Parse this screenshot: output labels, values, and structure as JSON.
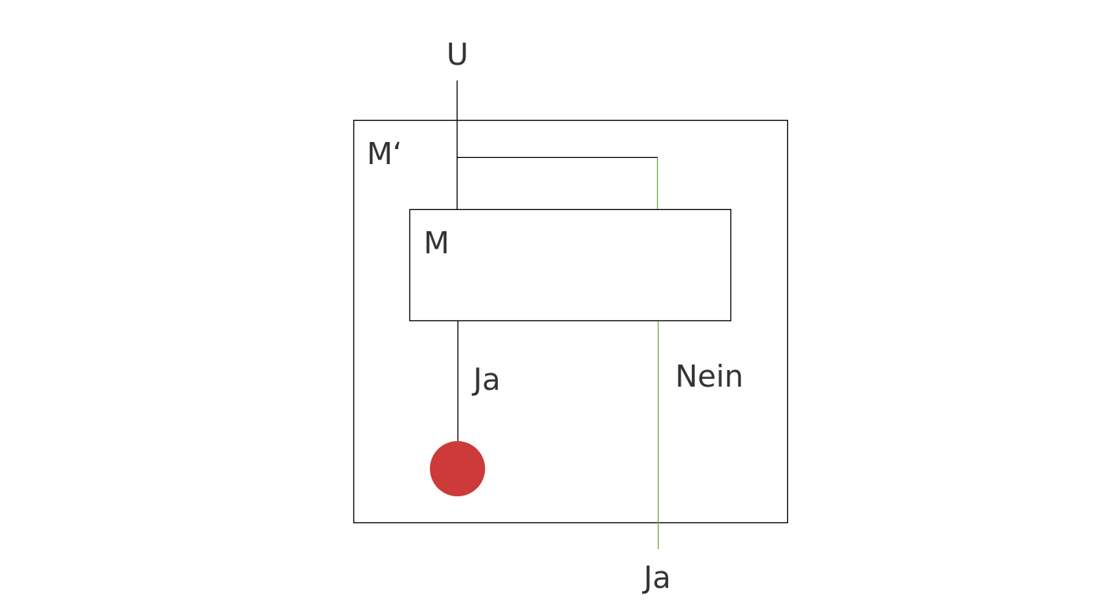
{
  "labels": {
    "input": "U",
    "outer_machine": "M‘",
    "inner_machine": "M",
    "yes_branch": "Ja",
    "no_branch": "Nein",
    "output": "Ja"
  },
  "colors": {
    "line": "#000000",
    "green_line": "#70ad47",
    "halt_dot": "#cc3a3a",
    "text": "#333333"
  }
}
